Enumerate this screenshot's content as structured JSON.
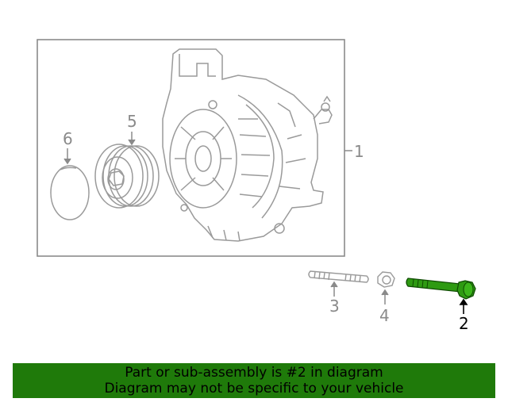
{
  "callouts": {
    "c1": "1",
    "c2": "2",
    "c3": "3",
    "c4": "4",
    "c5": "5",
    "c6": "6"
  },
  "highlighted_part": "2",
  "colors": {
    "highlight": "#2e9a12",
    "banner_bg": "#1f7a0a",
    "line_art": "#9a9a9a"
  },
  "banner": {
    "line1": "Part or sub-assembly is #2 in diagram",
    "line2": "Diagram may not be specific to your vehicle"
  }
}
